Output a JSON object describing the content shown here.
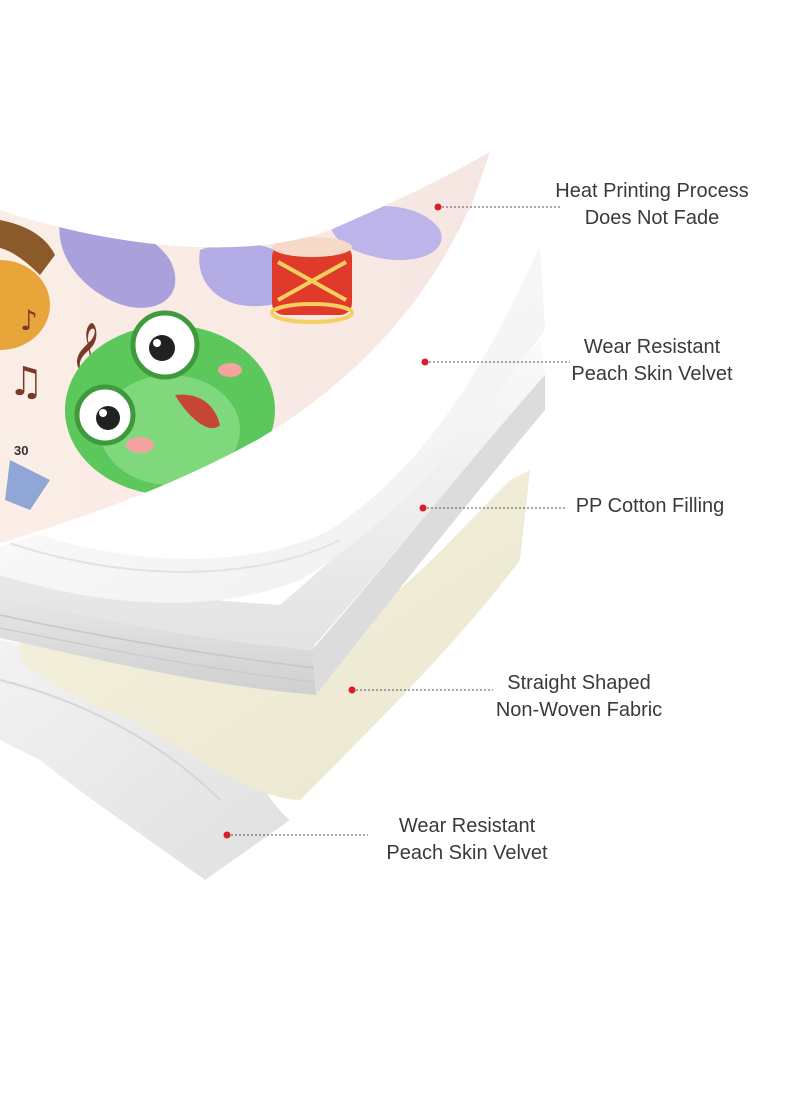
{
  "layers": [
    {
      "id": "top",
      "line1": "Heat Printing Process",
      "line2": "Does Not Fade"
    },
    {
      "id": "velvet-upper",
      "line1": "Wear Resistant",
      "line2": "Peach Skin Velvet"
    },
    {
      "id": "pp-cotton",
      "line1": "PP Cotton Filling",
      "line2": ""
    },
    {
      "id": "non-woven",
      "line1": "Straight Shaped",
      "line2": "Non-Woven Fabric"
    },
    {
      "id": "velvet-lower",
      "line1": "Wear Resistant",
      "line2": "Peach Skin Velvet"
    }
  ],
  "illustration": {
    "drum_number": "30"
  },
  "colors": {
    "marker_dot": "#d81e2a",
    "leader_line": "#555555",
    "label_text": "#3a3a3a"
  }
}
